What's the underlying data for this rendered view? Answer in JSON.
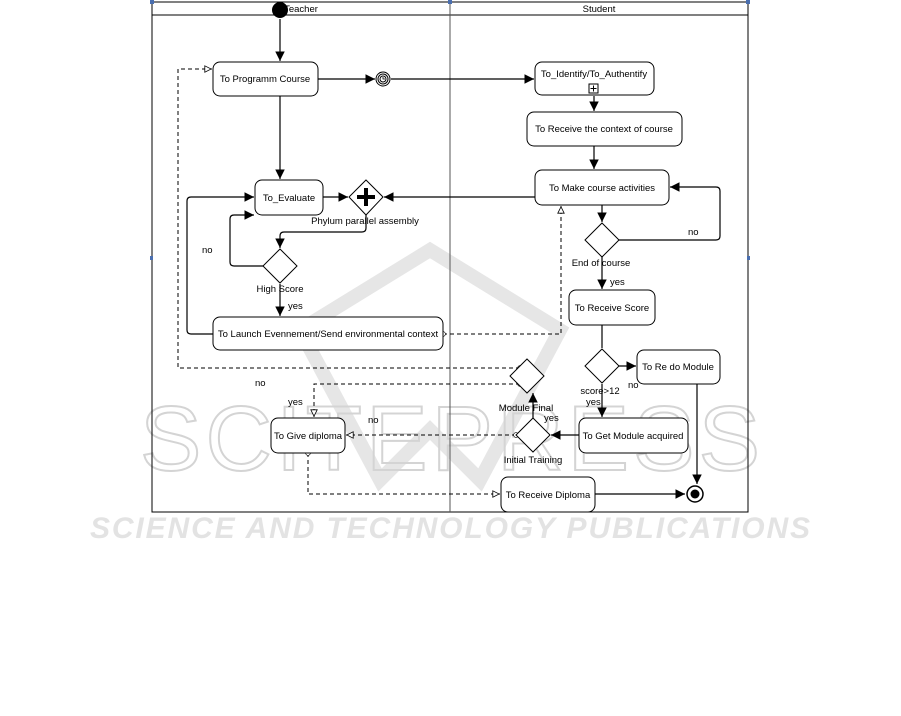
{
  "lanes": {
    "teacher": "Teacher",
    "student": "Student"
  },
  "nodes": {
    "programm_course": "To Programm Course",
    "identify": "To_Identify/To_Authentify",
    "receive_context": "To Receive the context of course",
    "make_activities": "To Make course activities",
    "evaluate": "To_Evaluate",
    "launch": "To Launch Evennement/Send environmental context",
    "receive_score": "To Receive Score",
    "redo_module": "To Re do Module",
    "get_module": "To Get Module acquired",
    "give_diploma": "To Give diploma",
    "receive_diploma": "To Receive Diploma"
  },
  "gateways": {
    "parallel": "Phylum parallel assembly",
    "high_score": "High Score",
    "end_of_course": "End of course",
    "score": "score>12",
    "module_final": "Module Final",
    "initial_training": "Initial Training"
  },
  "edge_labels": {
    "high_score_no": "no",
    "high_score_yes": "yes",
    "end_no": "no",
    "end_yes": "yes",
    "score_no": "no",
    "score_yes": "yes",
    "initial_yes": "yes",
    "initial_no": "no",
    "module_yes": "yes",
    "module_no": "no"
  },
  "watermark": {
    "main": "SCITEPRESS",
    "sub": "SCIENCE AND TECHNOLOGY PUBLICATIONS"
  }
}
